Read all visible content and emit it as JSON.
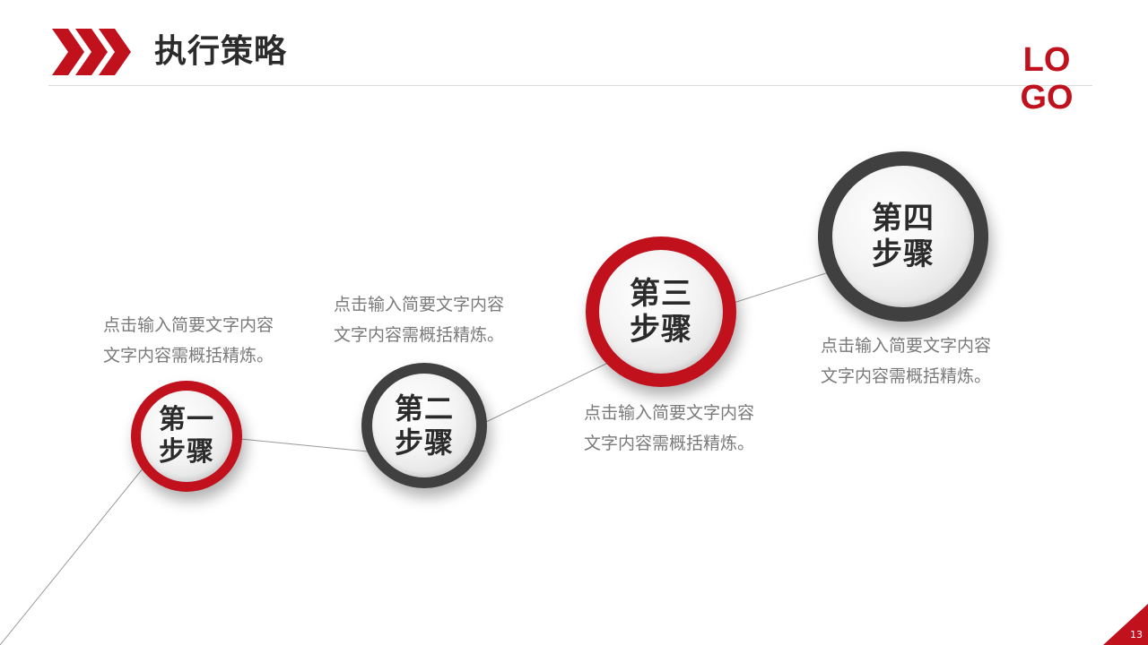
{
  "header": {
    "title": "执行策略",
    "logo": "LOGO"
  },
  "steps": [
    {
      "label": "第一\n步骤",
      "desc_line1": "点击输入简要文字内容",
      "desc_line2": "文字内容需概括精炼。",
      "ring_color": "#c0111d"
    },
    {
      "label": "第二\n步骤",
      "desc_line1": "点击输入简要文字内容",
      "desc_line2": "文字内容需概括精炼。",
      "ring_color": "#404040"
    },
    {
      "label": "第三\n步骤",
      "desc_line1": "点击输入简要文字内容",
      "desc_line2": "文字内容需概括精炼。",
      "ring_color": "#c0111d"
    },
    {
      "label": "第四\n步骤",
      "desc_line1": "点击输入简要文字内容",
      "desc_line2": "文字内容需概括精炼。",
      "ring_color": "#404040"
    }
  ],
  "footer": {
    "page_number": "13"
  },
  "colors": {
    "accent": "#c0111d",
    "dark": "#404040",
    "text": "#2b2b2b",
    "muted": "#7a7a7a"
  }
}
